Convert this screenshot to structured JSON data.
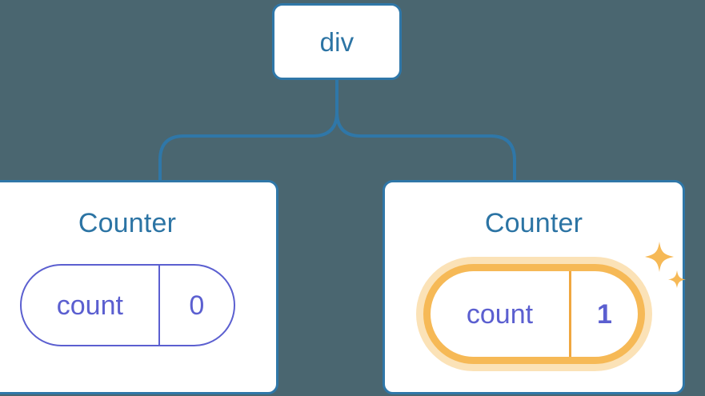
{
  "diagram": {
    "title": "React component tree with highlighted state update",
    "background_color": "#4a6670",
    "node_border_color": "#2f77a8",
    "node_text_color": "#2c74a4",
    "state_color": "#5b5fd0",
    "highlight_color": "#f6b956",
    "highlight_glow_color": "#fbe2b7"
  },
  "root": {
    "label": "div"
  },
  "children": [
    {
      "title": "Counter",
      "state": {
        "key": "count",
        "value": "0"
      },
      "highlighted": false
    },
    {
      "title": "Counter",
      "state": {
        "key": "count",
        "value": "1"
      },
      "highlighted": true
    }
  ],
  "icons": {
    "sparkle_large": "sparkle-icon",
    "sparkle_small": "sparkle-icon"
  }
}
